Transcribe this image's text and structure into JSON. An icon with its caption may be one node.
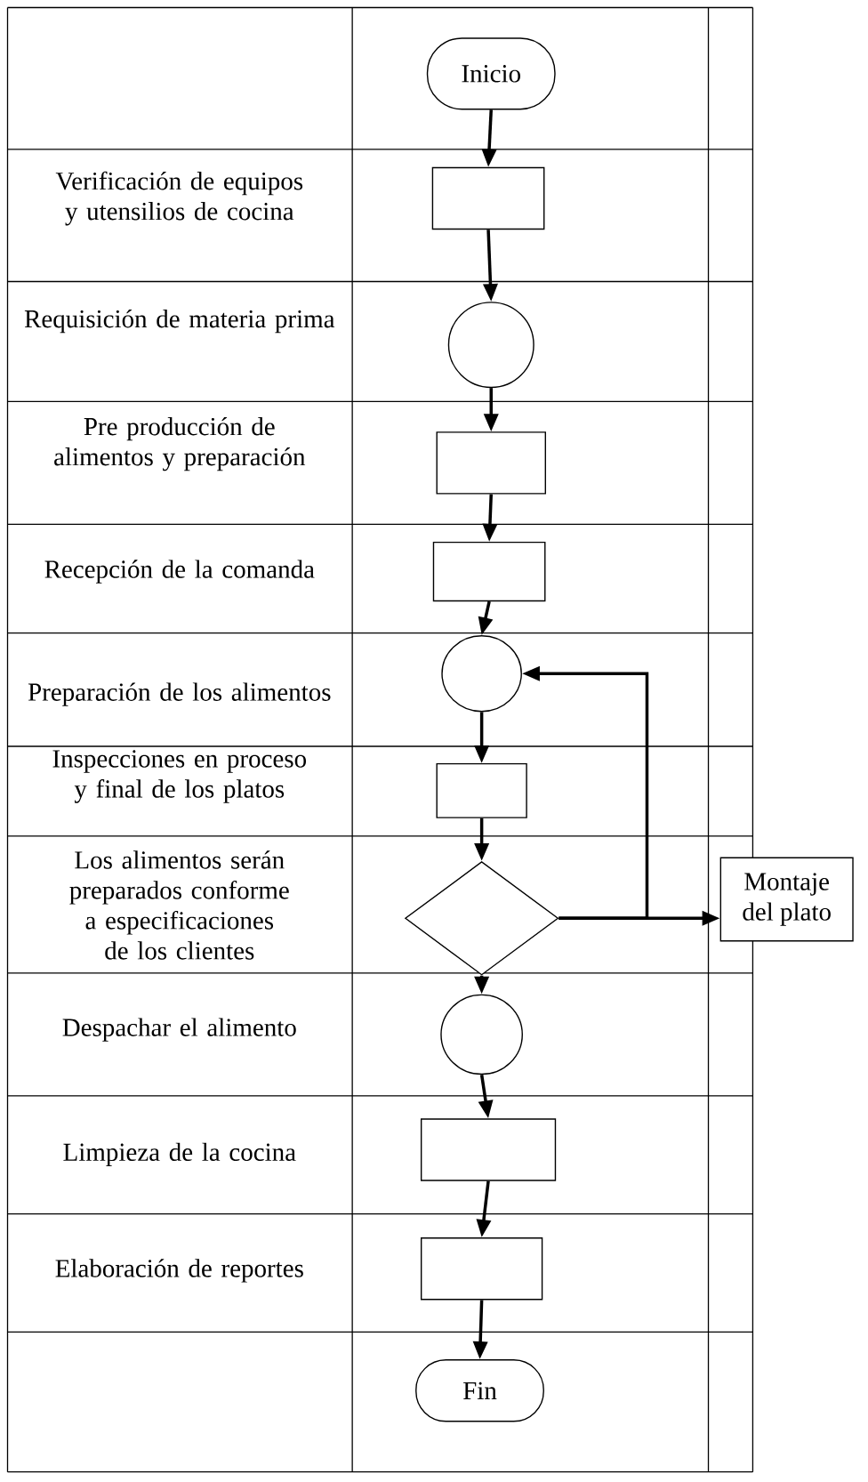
{
  "diagram": {
    "nodes": [
      {
        "text": [
          "Inicio"
        ]
      },
      {
        "text": [],
        "shape": "box"
      },
      {
        "text": [],
        "shape": "circle"
      },
      {
        "text": [],
        "shape": "box"
      },
      {
        "text": [],
        "shape": "box"
      },
      {
        "text": [],
        "shape": "circle"
      },
      {
        "text": [],
        "shape": "box"
      },
      {
        "text": [],
        "shape": "diamond"
      },
      {
        "text": [
          "Montaje del plato"
        ]
      },
      {
        "text": [],
        "shape": "circle"
      },
      {
        "text": [],
        "shape": "box"
      },
      {
        "text": [],
        "shape": "box"
      },
      {
        "text": [
          "Fin"
        ]
      }
    ],
    "edges": [
      {
        "from": 0,
        "to": 1,
        "arrow": "to"
      },
      {
        "from": 1,
        "to": 2,
        "arrow": "to"
      },
      {
        "from": 2,
        "to": 3,
        "arrow": "to"
      },
      {
        "from": 3,
        "to": 4,
        "arrow": "to"
      },
      {
        "from": 4,
        "to": 5,
        "arrow": "to"
      },
      {
        "from": 5,
        "to": 6,
        "arrow": "to"
      },
      {
        "from": 6,
        "to": 7,
        "arrow": "to"
      },
      {
        "from": 7,
        "to": 8,
        "arrow": "to"
      },
      {
        "from": 7,
        "to": 5,
        "arrow": "to"
      },
      {
        "from": 7,
        "to": 9,
        "arrow": "to"
      },
      {
        "from": 9,
        "to": 10,
        "arrow": "to"
      },
      {
        "from": 10,
        "to": 11,
        "arrow": "to"
      },
      {
        "from": 11,
        "to": 12,
        "arrow": "to"
      }
    ],
    "labels": [
      "Verificación de equipos y utensilios de cocina",
      "Requisición de materia prima",
      "Pre producción de alimentos y preparación",
      "Recepción de la comanda",
      "Preparación de los alimentos",
      "Inspecciones en proceso y final de los platos",
      "Los alimentos serán preparados conforme a especificaciones de los clientes",
      "Despachar el alimento",
      "Limpieza de la cocina",
      "Elaboración de reportes"
    ]
  }
}
